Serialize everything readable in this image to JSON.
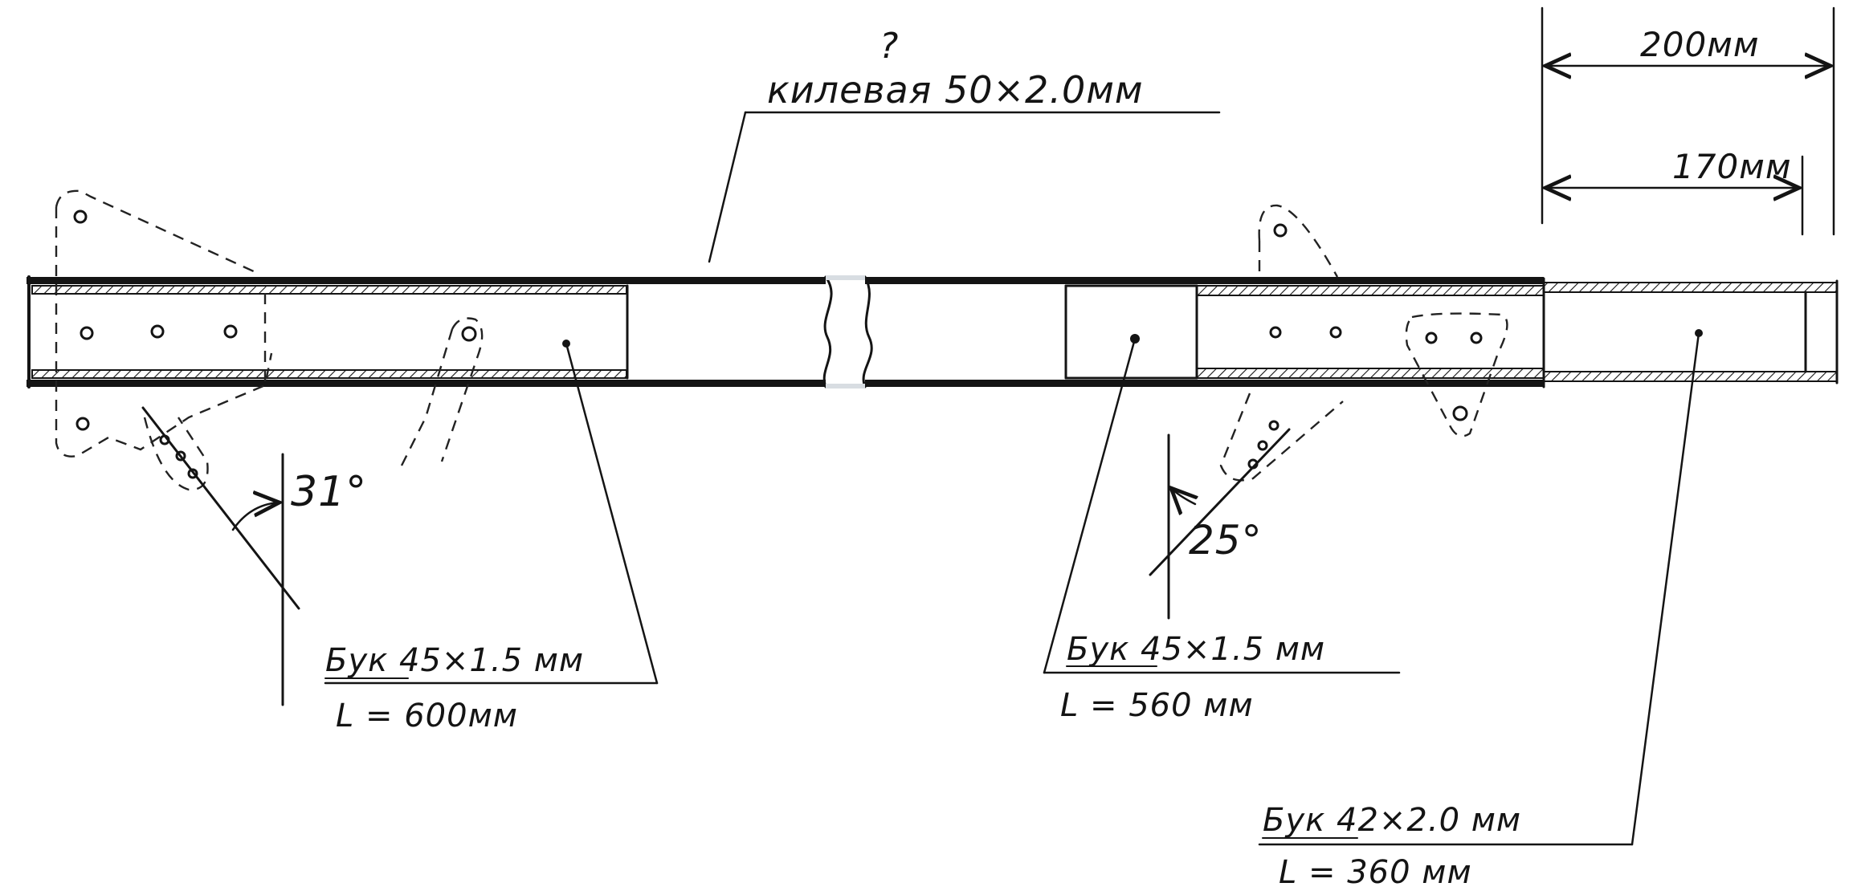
{
  "top_label": {
    "marker": "?",
    "text": "килевая   50×2.0мм"
  },
  "left_sleeve": {
    "title": "Бук 45×1.5 мм",
    "length": "L = 600мм"
  },
  "middle_sleeve": {
    "title": "Бук 45×1.5 мм",
    "length": "L = 560 мм"
  },
  "right_sleeve": {
    "title": "Бук 42×2.0 мм",
    "length": "L = 360 мм"
  },
  "dimensions": {
    "outer": "200мм",
    "inner": "170мм"
  },
  "angles": {
    "left": "31°",
    "right": "25°"
  }
}
